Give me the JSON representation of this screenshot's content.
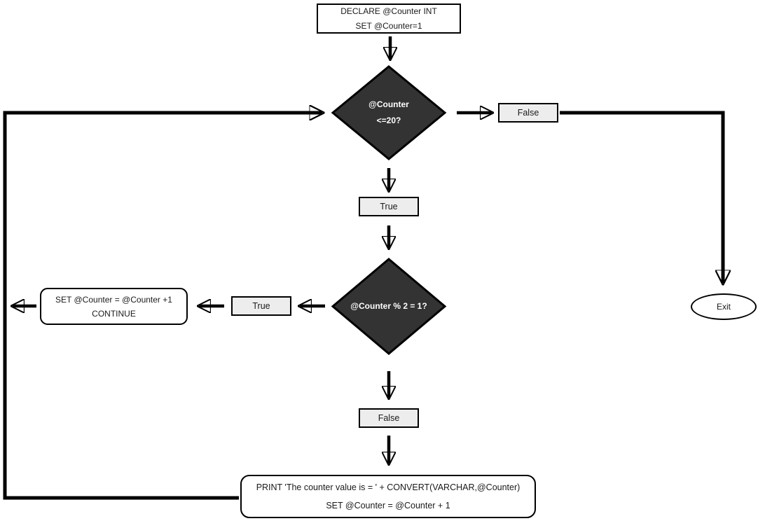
{
  "nodes": {
    "declare": {
      "line1": "DECLARE @Counter INT",
      "line2": "SET @Counter=1"
    },
    "decision_counter_le20": {
      "line1": "@Counter",
      "line2": "<=20?"
    },
    "false_branch_top": {
      "label": "False"
    },
    "true_branch_top": {
      "label": "True"
    },
    "decision_modulo": {
      "label": "@Counter % 2 = 1?"
    },
    "true_branch_left": {
      "label": "True"
    },
    "set_continue": {
      "line1": "SET @Counter = @Counter +1",
      "line2": "CONTINUE"
    },
    "exit": {
      "label": "Exit"
    },
    "false_branch_bottom": {
      "label": "False"
    },
    "print_increment": {
      "line1": "PRINT 'The counter value is = ' + CONVERT(VARCHAR,@Counter)",
      "line2": "SET @Counter = @Counter + 1"
    }
  },
  "colors": {
    "decision_fill": "#333333",
    "decision_border": "#000000",
    "decision_text": "#ffffff",
    "label_fill": "#ededed",
    "shape_fill": "#ffffff",
    "border": "#000000",
    "line": "#000000"
  }
}
